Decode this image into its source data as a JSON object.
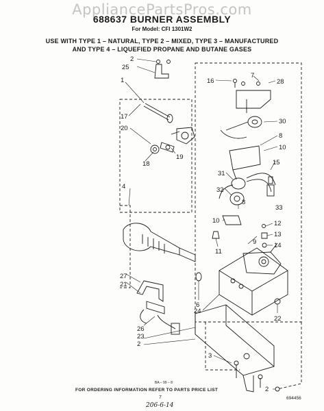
{
  "watermark": "AppliancePartsPros.com",
  "header": {
    "title": "688637 BURNER ASSEMBLY",
    "model_line": "For Model: CFI 1301W2",
    "usage_line_1": "USE WITH TYPE 1 – NATURAL, TYPE 2 – MIXED, TYPE 3 – MANUFACTURED",
    "usage_line_2": "AND TYPE 4 – LIQUEFIED PROPANE AND BUTANE GASES"
  },
  "callouts": [
    "2",
    "25",
    "1",
    "17",
    "20",
    "18",
    "19",
    "4",
    "27",
    "21",
    "26",
    "23",
    "2",
    "3",
    "16",
    "7",
    "28",
    "30",
    "8",
    "10",
    "15",
    "31",
    "32",
    "33",
    "8",
    "10",
    "11",
    "9",
    "12",
    "13",
    "14",
    "6",
    "24",
    "22",
    "2"
  ],
  "footer": {
    "ref_small": "BA – 99 – 8",
    "ordering_note": "FOR ORDERING INFORMATION REFER TO PARTS PRICE LIST",
    "page_number": "7",
    "handwritten_note": "206-6-14",
    "document_number": "694456"
  },
  "colors": {
    "ink": "#1a1a1a",
    "paper": "#fdfdfb",
    "watermark": "#969696"
  }
}
